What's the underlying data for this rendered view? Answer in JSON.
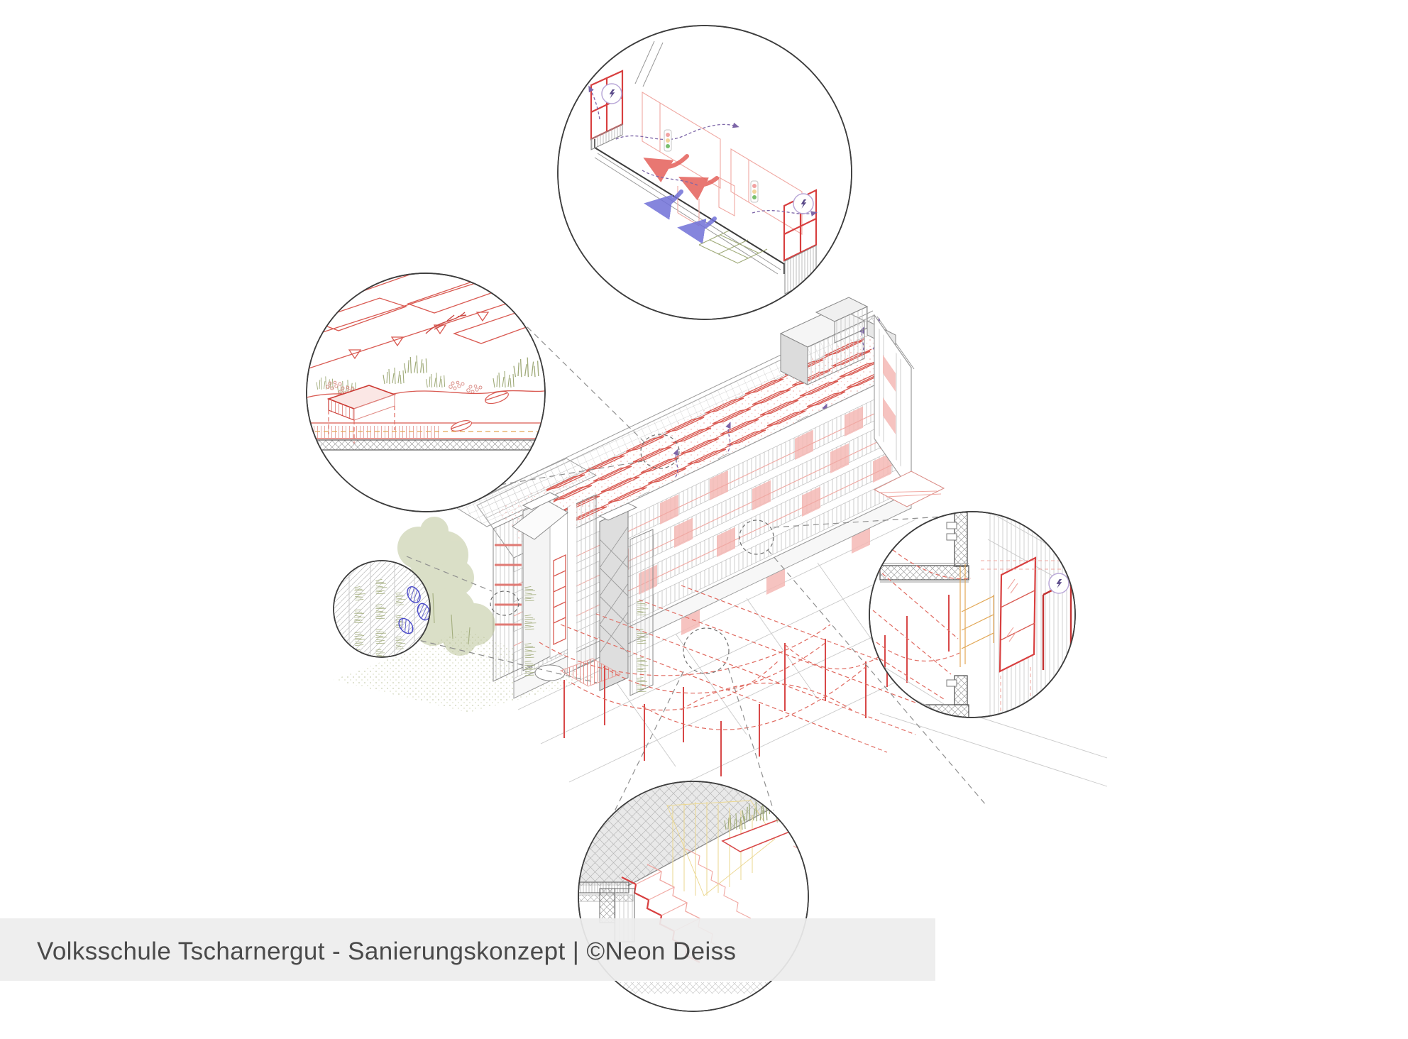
{
  "caption": {
    "text": "Volksschule Tscharnergut - Sanierungskonzept | ©Neon Deiss"
  },
  "colors": {
    "accent_red": "#D95A52",
    "strong_red": "#D83F3F",
    "light_red": "#F0A8A2",
    "window_tint": "#F5B8B5",
    "veg_green": "#9FAA78",
    "air_purple": "#7D66A8",
    "water_blue": "#5656C8",
    "warm_orange": "#E2A755",
    "line_gray": "#9A9A9A",
    "dark_line": "#3C3C3C",
    "caption_bg": "#EDEDED",
    "caption_text": "#4A4A4A",
    "ground_beige": "#DCDFCA"
  },
  "icons": {
    "lightning_bolt": "lightning-in-circle",
    "raindrop": "hatched-raindrop",
    "airflow_arrow": "dashed-curved-arrow"
  }
}
